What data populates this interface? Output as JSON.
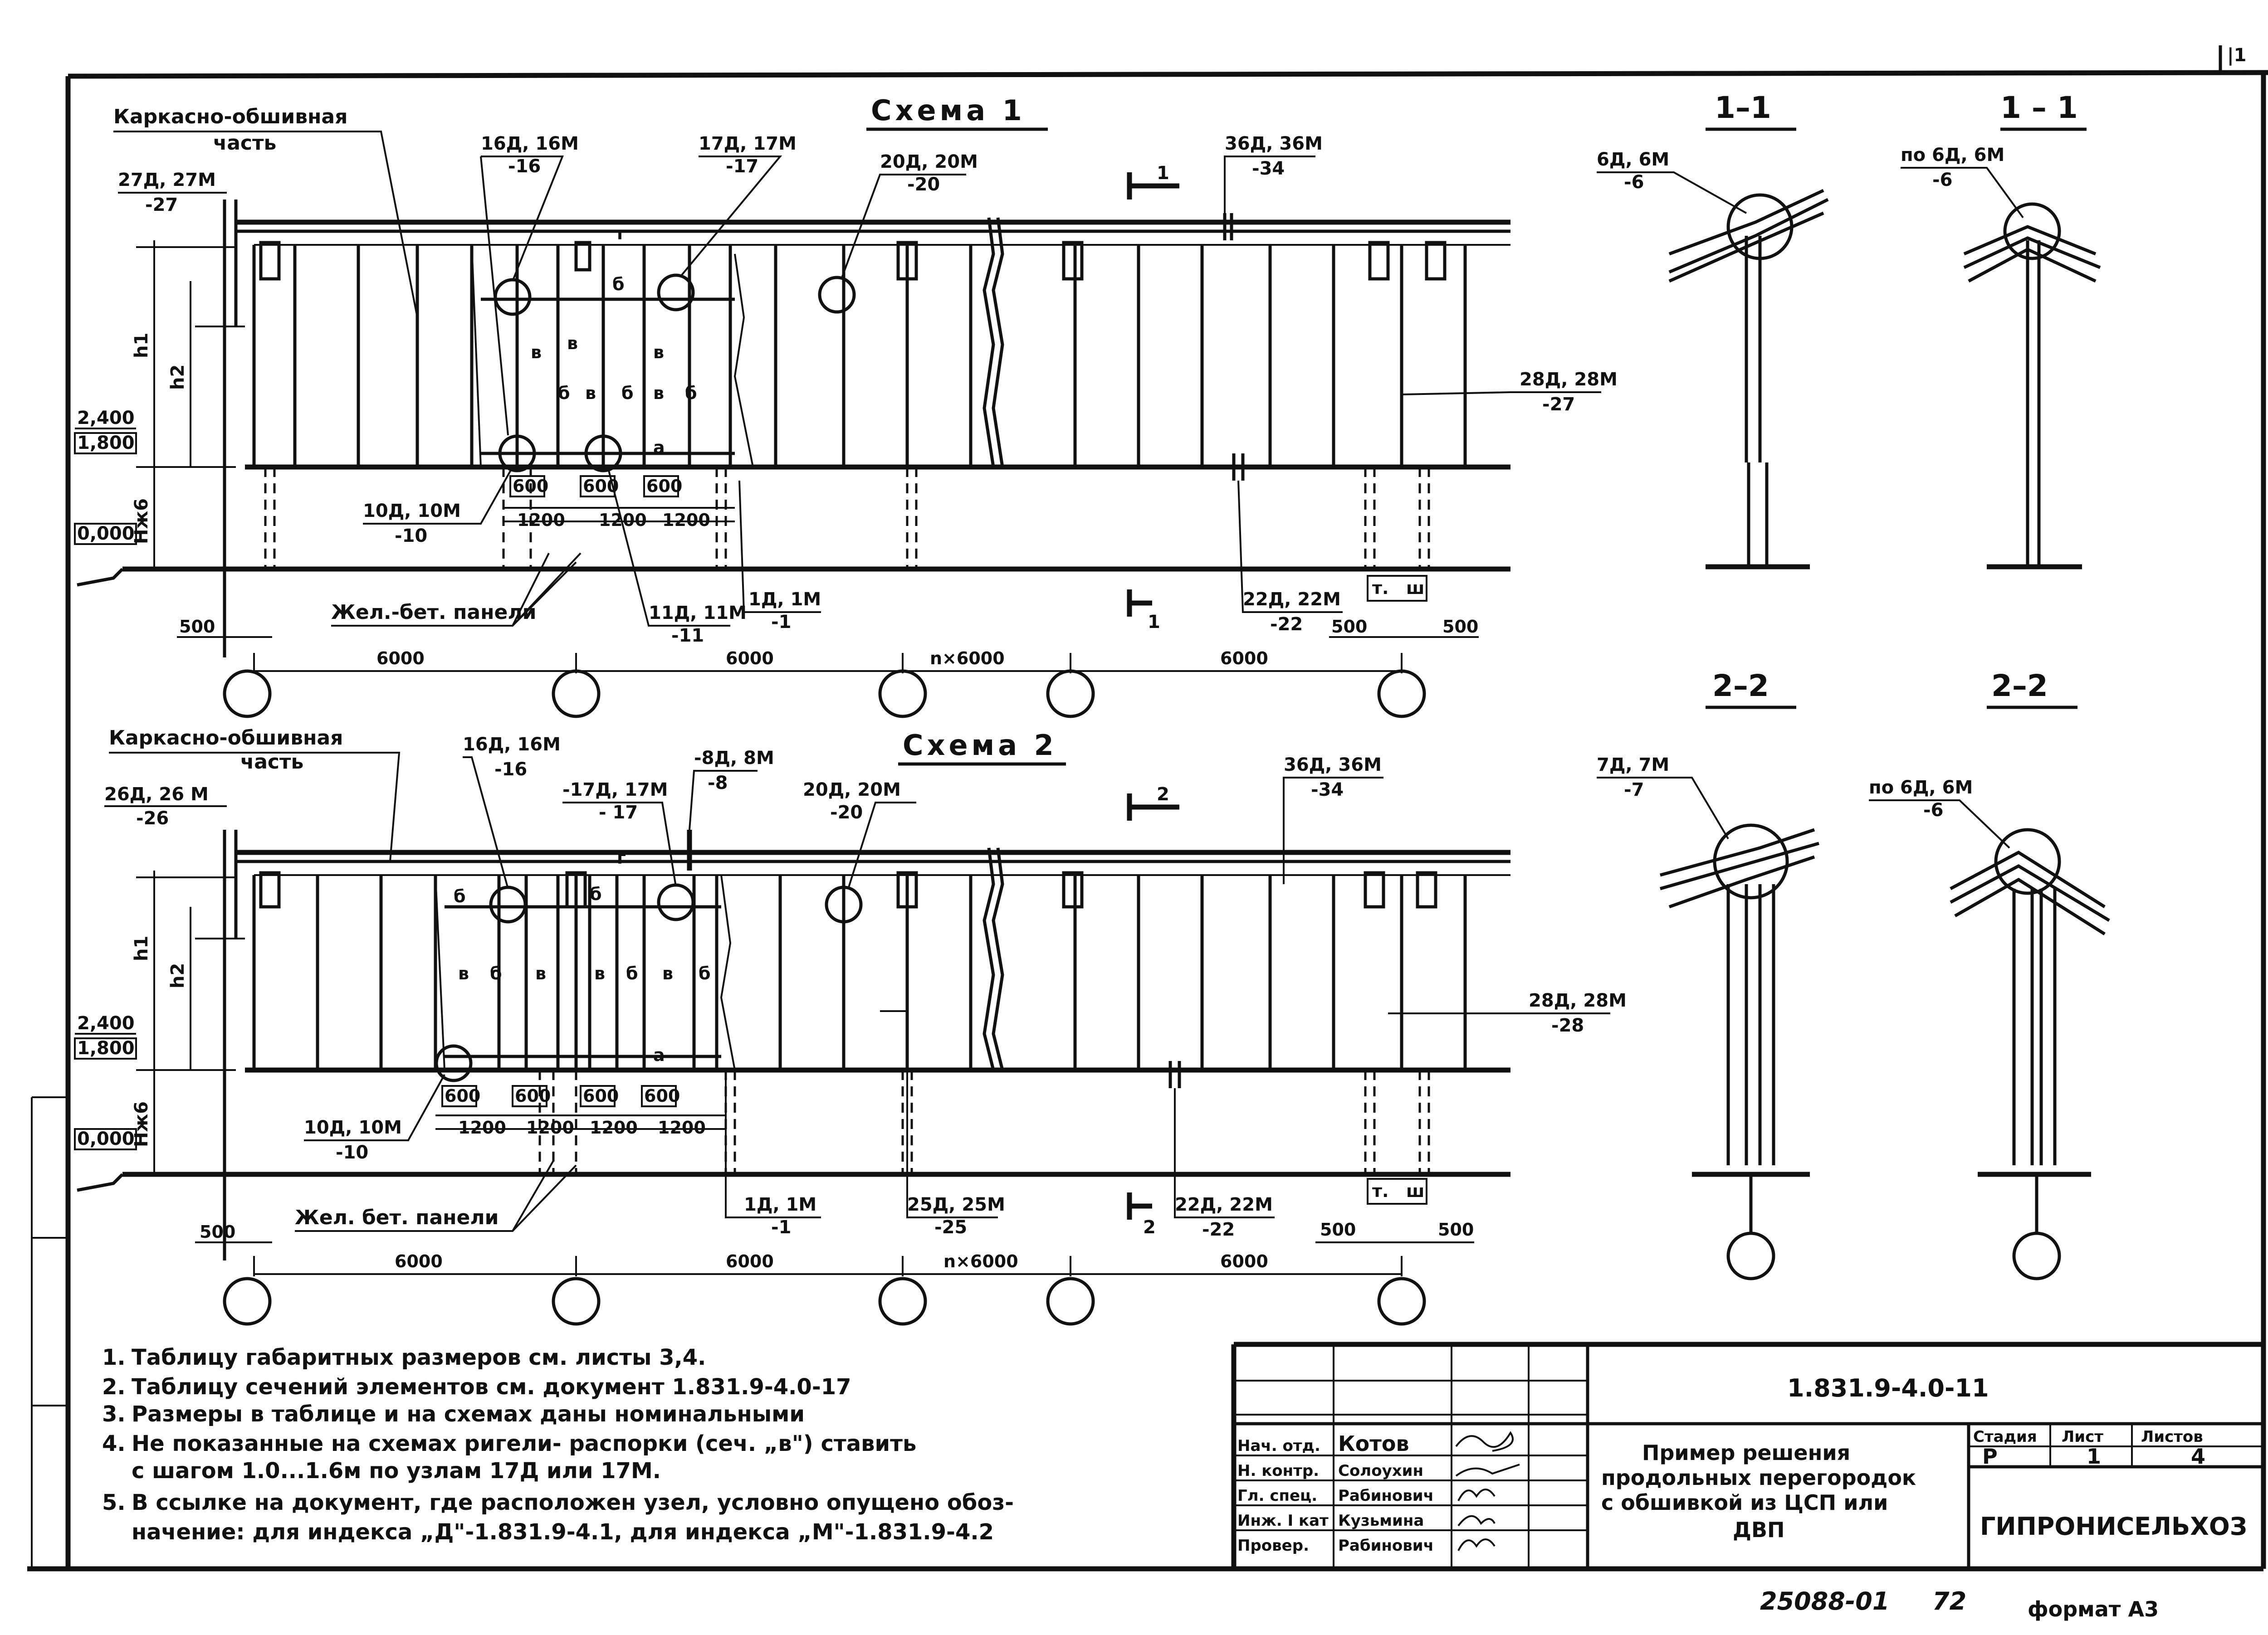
{
  "scheme1": {
    "title": "Схема 1",
    "frame_label_1": "Каркасно-обшивная",
    "frame_label_2": "часть",
    "callouts": [
      {
        "top": "27Д, 27М",
        "bottom": "-27"
      },
      {
        "top": "16Д, 16М",
        "bottom": "-16"
      },
      {
        "top": "17Д, 17М",
        "bottom": "-17"
      },
      {
        "top": "20Д, 20М",
        "bottom": "-20"
      },
      {
        "top": "36Д, 36М",
        "bottom": "-34"
      },
      {
        "top": "28Д, 28М",
        "bottom": "-27"
      },
      {
        "top": "10Д, 10М",
        "bottom": "-10"
      },
      {
        "top": "11Д, 11М",
        "bottom": "-11"
      },
      {
        "top": "1Д, 1М",
        "bottom": "-1"
      },
      {
        "top": "22Д, 22М",
        "bottom": "-22"
      }
    ],
    "panels_label": "Жел.-бет. панели",
    "section_mark": "1",
    "levels": [
      "2,400",
      "1,800",
      "0,000"
    ],
    "vertical_dims": [
      "h1",
      "h2",
      "Hж6"
    ],
    "member_letters": [
      "г",
      "б",
      "в",
      "в",
      "б",
      "в",
      "в",
      "б",
      "в",
      "б",
      "а"
    ],
    "small_dims": [
      "600",
      "600",
      "600",
      "1200",
      "1200",
      "1200"
    ],
    "side_dims": [
      "500",
      "500",
      "500",
      "т.",
      "ш"
    ],
    "spans": [
      "6000",
      "6000",
      "n×6000",
      "6000"
    ]
  },
  "scheme2": {
    "title": "Схема 2",
    "frame_label_1": "Каркасно-обшивная",
    "frame_label_2": "часть",
    "callouts": [
      {
        "top": "26Д, 26 М",
        "bottom": "-26"
      },
      {
        "top": "16Д, 16М",
        "bottom": "-16"
      },
      {
        "top": "-17Д, 17М",
        "bottom": "- 17"
      },
      {
        "top": "-8Д, 8М",
        "bottom": "-8"
      },
      {
        "top": "20Д, 20М",
        "bottom": "-20"
      },
      {
        "top": "36Д, 36М",
        "bottom": "-34"
      },
      {
        "top": "28Д, 28М",
        "bottom": "-28"
      },
      {
        "top": "10Д, 10М",
        "bottom": "-10"
      },
      {
        "top": "1Д, 1М",
        "bottom": "-1"
      },
      {
        "top": "25Д, 25М",
        "bottom": "-25"
      },
      {
        "top": "22Д, 22М",
        "bottom": "-22"
      }
    ],
    "panels_label": "Жел. бет. панели",
    "section_mark": "2",
    "levels": [
      "2,400",
      "1,800",
      "0,000"
    ],
    "vertical_dims": [
      "h1",
      "h2",
      "Hж6"
    ],
    "member_letters": [
      "г",
      "б",
      "б",
      "в",
      "б",
      "в",
      "в",
      "б",
      "в",
      "б",
      "а"
    ],
    "small_dims": [
      "600",
      "600",
      "600",
      "600",
      "1200",
      "1200",
      "1200",
      "1200"
    ],
    "side_dims": [
      "500",
      "500",
      "500",
      "т.",
      "ш"
    ],
    "spans": [
      "6000",
      "6000",
      "n×6000",
      "6000"
    ]
  },
  "sections": {
    "s1a": {
      "title": "1–1",
      "callout_top": "6Д, 6М",
      "callout_bottom": "-6"
    },
    "s1b": {
      "title": "1 – 1",
      "callout_top": "по 6Д, 6М",
      "callout_bottom": "-6"
    },
    "s2a": {
      "title": "2–2",
      "callout_top": "7Д, 7М",
      "callout_bottom": "-7"
    },
    "s2b": {
      "title": "2–2",
      "callout_top": "по 6Д, 6М",
      "callout_bottom": "-6"
    }
  },
  "notes": [
    {
      "num": "1.",
      "text": "Таблицу габаритных размеров см. листы 3,4."
    },
    {
      "num": "2.",
      "text": "Таблицу сечений элементов см. документ 1.831.9-4.0-17"
    },
    {
      "num": "3.",
      "text": "Размеры в таблице и на схемах даны номинальными"
    },
    {
      "num": "4.",
      "text": "Не показанные на схемах ригели- распорки (сеч. „в\") ставить"
    },
    {
      "num": "",
      "text": "с шагом 1.0...1.6м по узлам 17Д или 17М."
    },
    {
      "num": "5.",
      "text": "В ссылке на документ, где расположен узел, условно опущено обоз-"
    },
    {
      "num": "",
      "text": "начение: для индекса „Д\"-1.831.9-4.1, для индекса „М\"-1.831.9-4.2"
    }
  ],
  "title_block": {
    "doc_code": "1.831.9-4.0-11",
    "roles": [
      "Нач. отд.",
      "Н. контр.",
      "Гл. спец.",
      "Инж. I кат",
      "Провер."
    ],
    "names": [
      "Котов",
      "Солоухин",
      "Рабинович",
      "Кузьмина",
      "Рабинович"
    ],
    "description": [
      "Пример решения",
      "продольных перегородок",
      "с обшивкой из ЦСП или",
      "ДВП"
    ],
    "headers": [
      "Стадия",
      "Лист",
      "Листов"
    ],
    "stage": "Р",
    "sheet": "1",
    "sheets": "4",
    "organization": "ГИПРОНИСЕЛЬХОЗ"
  },
  "footer": {
    "code": "25088-01",
    "number": "72",
    "format": "формат А3"
  },
  "corner_mark": "|1"
}
